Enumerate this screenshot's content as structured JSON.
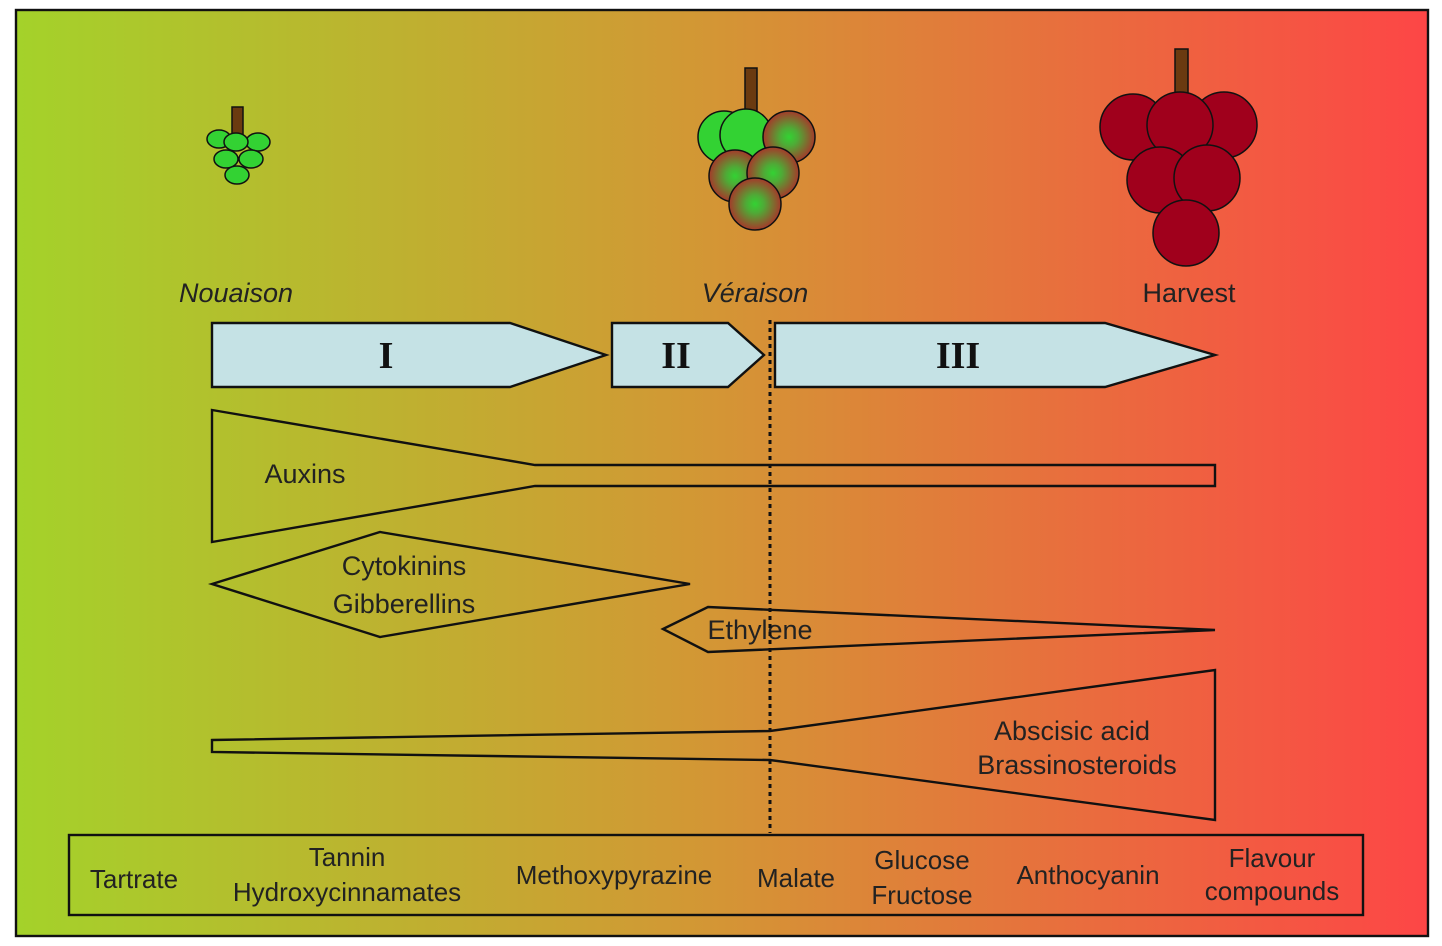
{
  "colors": {
    "gradient_start": "#a4d22a",
    "gradient_mid": "#d49535",
    "gradient_end": "#fd4646",
    "phase_fill": "#c5e2e5",
    "green_berry": "#33d233",
    "red_berry": "#a0001c",
    "stem": "#6b3a10"
  },
  "stages": {
    "nouaison": "Nouaison",
    "veraison": "Véraison",
    "harvest": "Harvest"
  },
  "phases": [
    "I",
    "II",
    "III"
  ],
  "hormones": {
    "auxins": "Auxins",
    "cytokinins": "Cytokinins",
    "gibberellins": "Gibberellins",
    "ethylene": "Ethylene",
    "abscisic_acid": "Abscisic acid",
    "brassinosteroids": "Brassinosteroids"
  },
  "compounds": {
    "tartrate": "Tartrate",
    "tannin": "Tannin",
    "hydroxycinnamates": "Hydroxycinnamates",
    "methoxypyrazine": "Methoxypyrazine",
    "malate": "Malate",
    "glucose": "Glucose",
    "fructose": "Fructose",
    "anthocyanin": "Anthocyanin",
    "flavour": "Flavour",
    "compounds_word": "compounds"
  },
  "icons": [
    "green-grape-cluster-icon",
    "veraison-grape-cluster-icon",
    "red-grape-cluster-icon"
  ]
}
